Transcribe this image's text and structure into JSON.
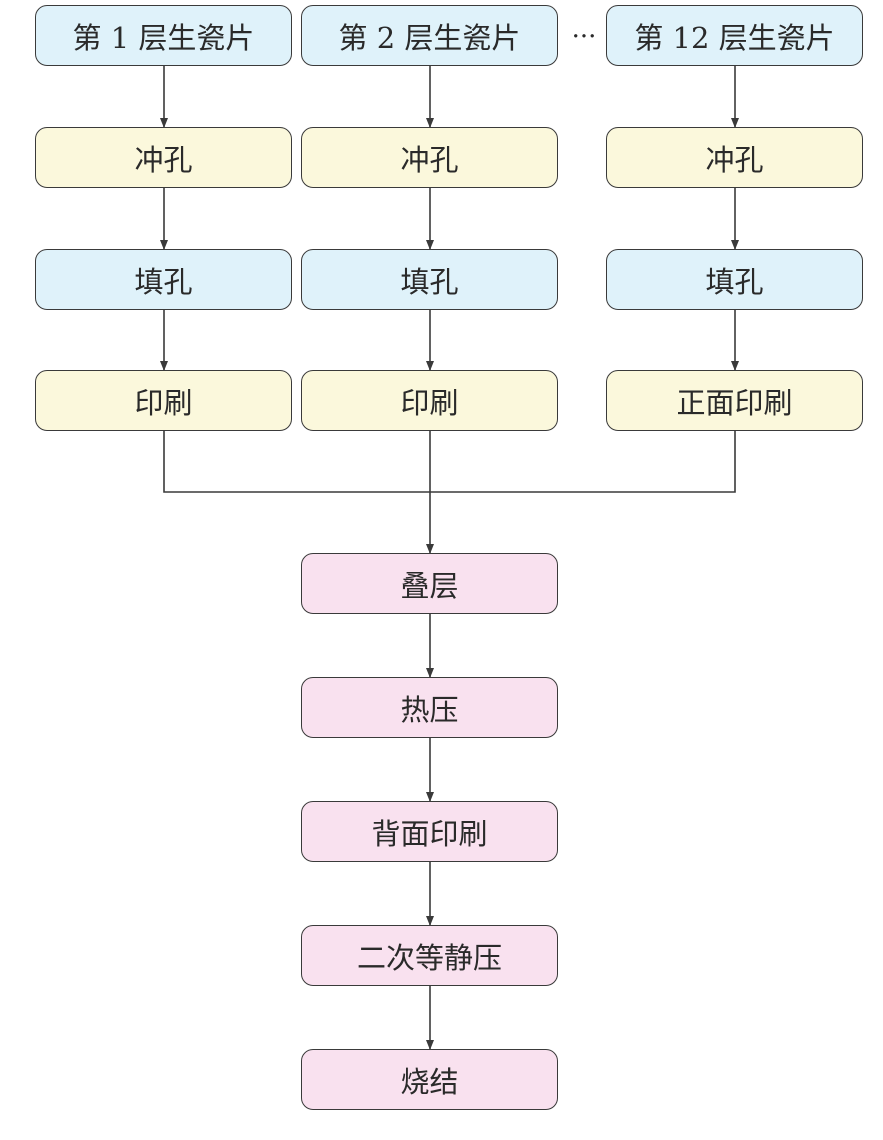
{
  "columns": [
    {
      "layer": "第 1 层生瓷片",
      "punch": "冲孔",
      "fill": "填孔",
      "print": "印刷"
    },
    {
      "layer": "第 2 层生瓷片",
      "punch": "冲孔",
      "fill": "填孔",
      "print": "印刷"
    },
    {
      "layer": "第 12 层生瓷片",
      "punch": "冲孔",
      "fill": "填孔",
      "print": "正面印刷"
    }
  ],
  "ellipsis": "···",
  "main_flow": [
    "叠层",
    "热压",
    "背面印刷",
    "二次等静压",
    "烧结"
  ],
  "colors": {
    "blue": "#dff2fa",
    "yellow": "#fbf8dc",
    "pink": "#f9e1ef",
    "stroke": "#3a3a3a"
  }
}
